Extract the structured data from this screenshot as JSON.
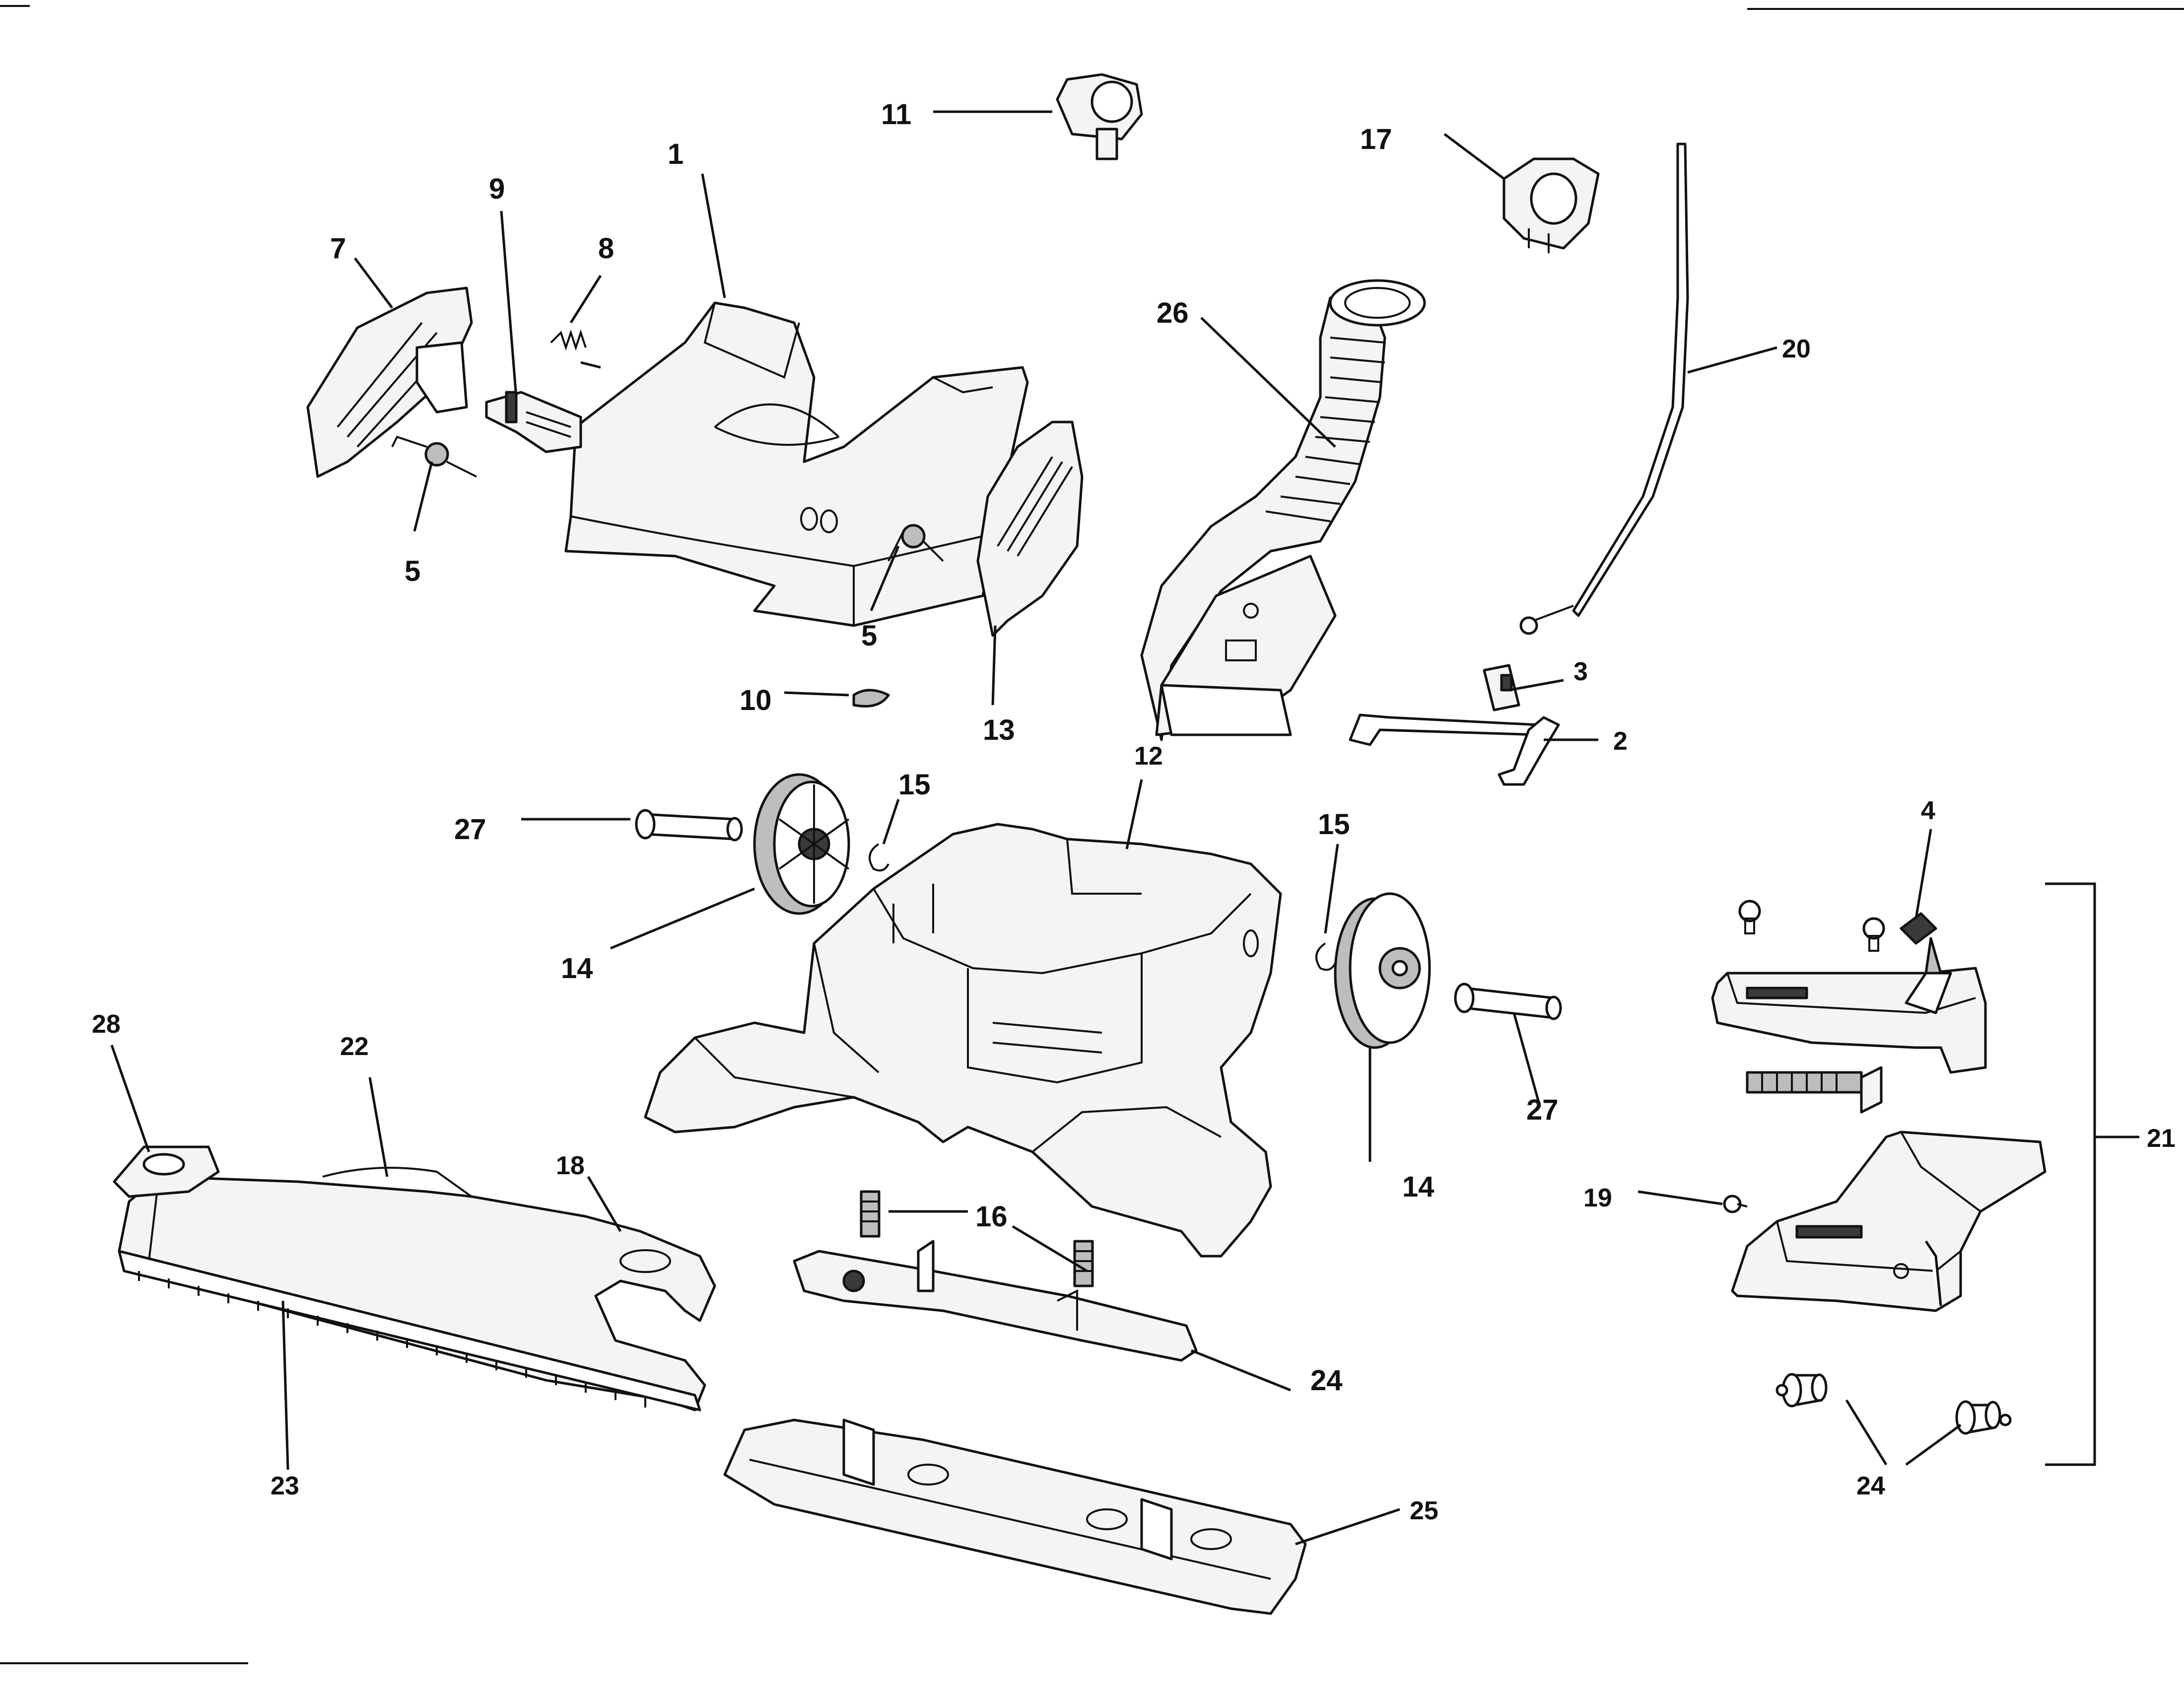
{
  "labels": {
    "p1": "1",
    "p2": "2",
    "p3": "3",
    "p4": "4",
    "p5a": "5",
    "p5b": "5",
    "p7": "7",
    "p8": "8",
    "p9": "9",
    "p10": "10",
    "p11": "11",
    "p12": "12",
    "p13": "13",
    "p14a": "14",
    "p14b": "14",
    "p15a": "15",
    "p15b": "15",
    "p16": "16",
    "p17": "17",
    "p18": "18",
    "p19": "19",
    "p20": "20",
    "p21": "21",
    "p22": "22",
    "p23": "23",
    "p24a": "24",
    "p24b": "24",
    "p25": "25",
    "p26": "26",
    "p27a": "27",
    "p27b": "27",
    "p28": "28"
  }
}
